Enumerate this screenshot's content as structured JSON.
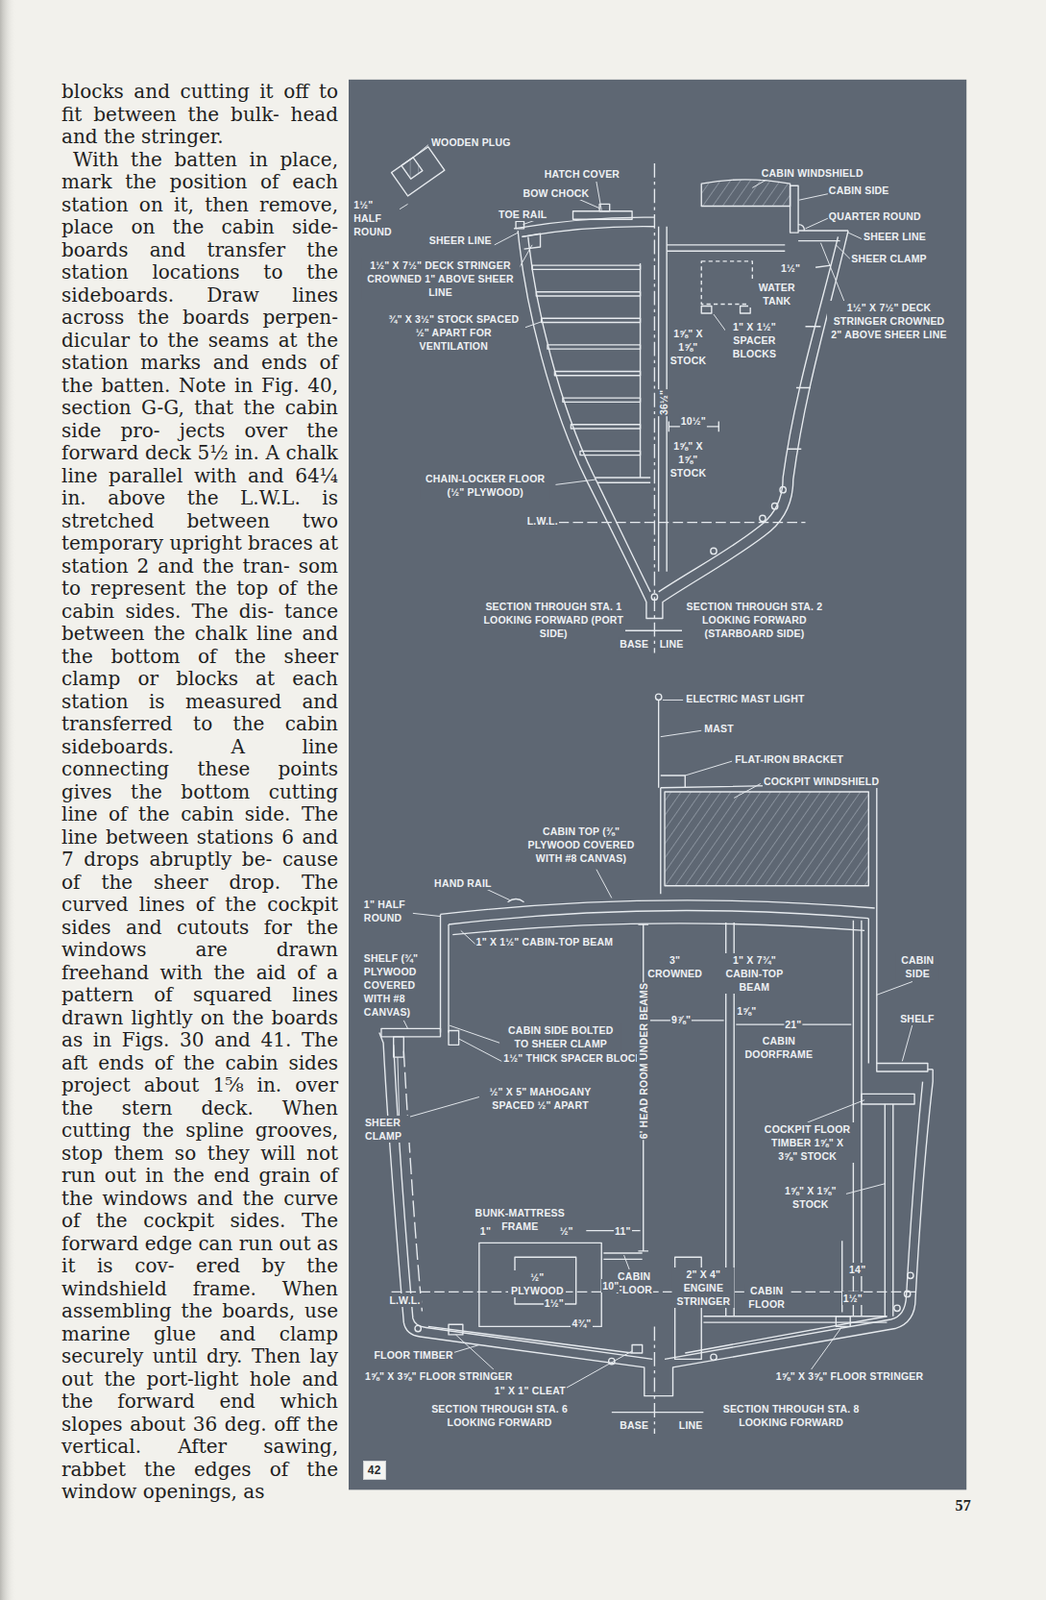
{
  "diagram": {
    "labels": [
      "blocks and cutting it off to fit between the bulk- head and the stringer.",
      "With the batten in place, mark the position of each station on it, then remove, place on the cabin side- boards and transfer the station locations to the sideboards. Draw lines across the boards perpen- dicular to the seams at the station marks and ends of the batten. Note in Fig. 40, section G-G, that the cabin side pro- jects over the forward deck 5½ in. A chalk line parallel with and 64¼ in. above the L.W.L. is stretched between two temporary upright braces at station 2 and the tran- som to represent the top of the cabin sides. The dis- tance between the chalk line and the bottom of the sheer clamp or blocks at each station is measured and transferred to the cabin sideboards. A line connecting these points gives the bottom cutting line of the cabin side. The line between stations 6 and 7 drops abruptly be- cause of the sheer drop. The curved lines of the cockpit sides and cutouts for the windows are drawn freehand with the aid of a pattern of squared lines drawn lightly on the boards as in Figs. 30 and 41. The aft ends of the cabin sides project about 1⅝ in. over the stern deck. When cutting the spline grooves, stop them so they will not run out in the end grain of the windows and the curve of the cockpit sides. The forward edge can run out as it is cov- ered by the windshield frame. When assembling the boards, use marine glue and clamp securely until dry. Then lay out the port-light hole and the forward end which slopes about 36 deg. off the vertical. After sawing, rabbet the edges of the window openings, as",
      "WOODEN PLUG",
      "1½\" HALF ROUND",
      "HATCH COVER",
      "BOW CHOCK",
      "TOE RAIL",
      "SHEER LINE",
      "CABIN WINDSHIELD",
      "CABIN SIDE",
      "QUARTER ROUND",
      "SHEER LINE",
      "SHEER CLAMP",
      "1½\" X 7½\" DECK STRINGER CROWNED 1\" ABOVE SHEER LINE",
      "¾\" X 3½\" STOCK SPACED ½\" APART FOR VENTILATION",
      "1½\"",
      "WATER TANK",
      "1\" X 1½\" SPACER BLOCKS",
      "1½\" X 7½\" DECK STRINGER CROWNED 2\" ABOVE SHEER LINE",
      "1⅝\" X 1⅝\" STOCK",
      "36½\"",
      "10½\"",
      "1⅝\" X 1⅝\" STOCK",
      "CHAIN-LOCKER FLOOR (½\" PLYWOOD)",
      "L.W.L.",
      "SECTION THROUGH STA. 1 LOOKING FORWARD (PORT SIDE)",
      "SECTION THROUGH STA. 2 LOOKING FORWARD (STARBOARD SIDE)",
      "BASE",
      "LINE",
      "ELECTRIC MAST LIGHT",
      "MAST",
      "FLAT-IRON BRACKET",
      "COCKPIT WINDSHIELD",
      "CABIN TOP (⅜\" PLYWOOD COVERED WITH #8 CANVAS)",
      "HAND RAIL",
      "1\" HALF ROUND",
      "1\" X 1½\" CABIN-TOP BEAM",
      "SHELF (¾\" PLYWOOD COVERED WITH #8 CANVAS)",
      "3\" CROWNED",
      "1\" X 7¾\" CABIN-TOP BEAM",
      "CABIN SIDE",
      "1⅝\"",
      "9⅞\"",
      "21\"",
      "CABIN DOORFRAME",
      "SHELF",
      "CABIN SIDE BOLTED TO SHEER CLAMP",
      "1½\" THICK SPACER BLOCK",
      "½\" X 5\" MAHOGANY SPACED ½\" APART",
      "6' HEAD ROOM UNDER BEAMS",
      "SHEER CLAMP",
      "COCKPIT FLOOR TIMBER 1⅝\" X 3⅝\" STOCK",
      "1⅝\" X 1⅝\" STOCK",
      "BUNK-MATTRESS FRAME",
      "1\"",
      "½\"",
      "11\"",
      "½\" PLYWOOD",
      "CABIN FLOOR",
      "2\" X 4\" ENGINE STRINGER",
      "10\"",
      "1½\"",
      "4¾\"",
      "CABIN FLOOR",
      "14\"",
      "1½\"",
      "L.W.L.",
      "FLOOR TIMBER",
      "1⅝\" X 3⅝\" FLOOR STRINGER",
      "1\" X 1\" CLEAT",
      "SECTION THROUGH STA. 6 LOOKING FORWARD",
      "BASE",
      "LINE",
      "1⅝\" X 3⅝\" FLOOR STRINGER",
      "SECTION THROUGH STA. 8 LOOKING FORWARD",
      "42",
      "57"
    ]
  }
}
